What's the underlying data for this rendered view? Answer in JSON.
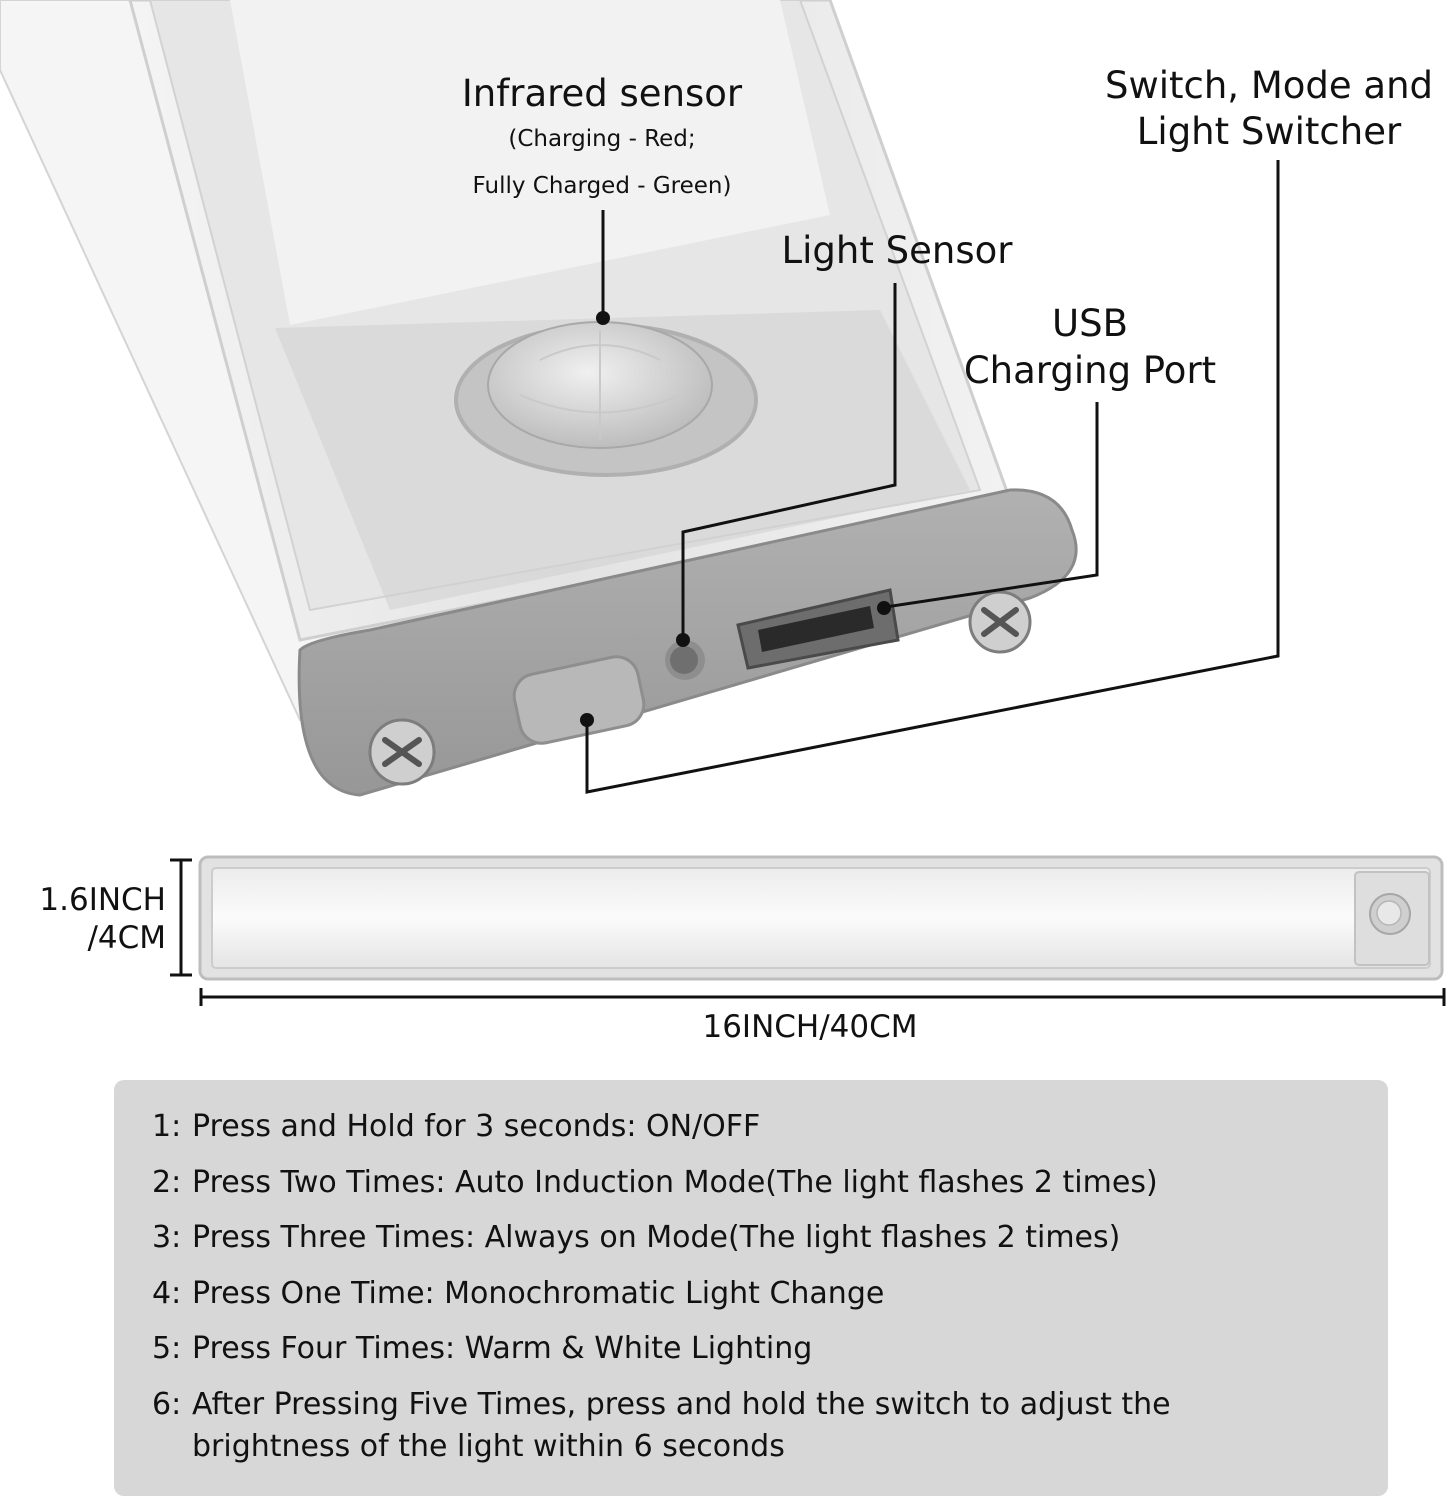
{
  "callouts": {
    "infrared_sensor": {
      "title": "Infrared sensor",
      "line1": "(Charging - Red;",
      "line2": "Fully Charged - Green)"
    },
    "light_sensor": {
      "title": "Light Sensor"
    },
    "usb_port": {
      "line1": "USB",
      "line2": "Charging Port"
    },
    "switch": {
      "line1": "Switch, Mode and",
      "line2": "Light Switcher"
    }
  },
  "dimensions": {
    "height_line1": "1.6INCH",
    "height_line2": "/4CM",
    "width": "16INCH/40CM"
  },
  "instructions": [
    {
      "num": "1:",
      "text": "Press and Hold for 3 seconds: ON/OFF"
    },
    {
      "num": "2:",
      "text": "Press Two Times: Auto Induction Mode(The light flashes 2 times)"
    },
    {
      "num": "3:",
      "text": "Press Three Times: Always on Mode(The light flashes 2 times)"
    },
    {
      "num": "4:",
      "text": "Press One Time: Monochromatic Light Change"
    },
    {
      "num": "5:",
      "text": "Press Four Times: Warm & White Lighting"
    },
    {
      "num": "6:",
      "text": "After Pressing Five Times, press and hold the switch to adjust the brightness of the light within 6 seconds"
    }
  ],
  "colors": {
    "body_silver": "#e9e9e9",
    "end_cap_gray": "#a2a2a2",
    "panel_gray": "#d7d7d7",
    "leader_line": "#111111"
  }
}
